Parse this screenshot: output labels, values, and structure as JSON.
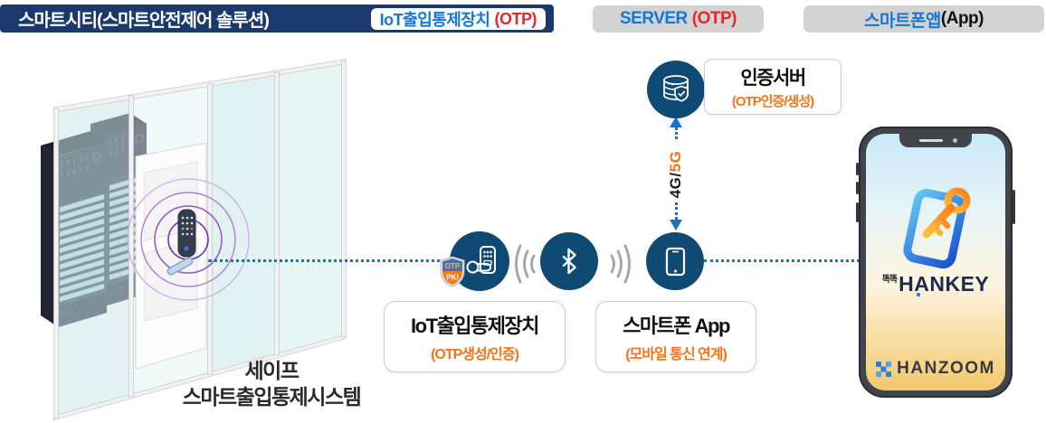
{
  "palette": {
    "header_navy": "#1b3a6b",
    "node_navy": "#0e4a74",
    "dotted_blue": "#2a6fad",
    "arrow_blue": "#1a72c2",
    "accent_orange": "#f97316",
    "accent_red": "#e8262b",
    "accent_blue": "#1677d2",
    "tab_gray": "#d3d3d3",
    "glass_teal": "#cde9e8",
    "signal_purple": "#7a35b0",
    "screen_amber": "#f5c76d"
  },
  "header": {
    "title": "스마트시티(스마트안전제어  솔루션)",
    "badge_label": "IoT출입통제장치",
    "badge_suffix": "(OTP)",
    "server_label": "SERVER",
    "server_suffix": "(OTP)",
    "app_label": "스마트폰앱",
    "app_suffix": "(App)"
  },
  "auth_server": {
    "title": "인증서버",
    "subtitle": "(OTP인증/생성)"
  },
  "network_link": {
    "tech_black": "4G/",
    "tech_orange": "5G"
  },
  "iot_device": {
    "title": "IoT출입통제장치",
    "subtitle": "(OTP생성/인증)",
    "shield_top": "OTP",
    "shield_bottom": "PKI"
  },
  "smartphone_node": {
    "title": "스마트폰 App",
    "subtitle": "(모바일 통신 연계)"
  },
  "scene": {
    "caption_line1": "세이프",
    "caption_line2": "스마트출입통제시스템"
  },
  "phone_mock": {
    "brand_prefix": "똑똑",
    "brand": "HANKEY",
    "footer_brand": "HANZOOM"
  }
}
